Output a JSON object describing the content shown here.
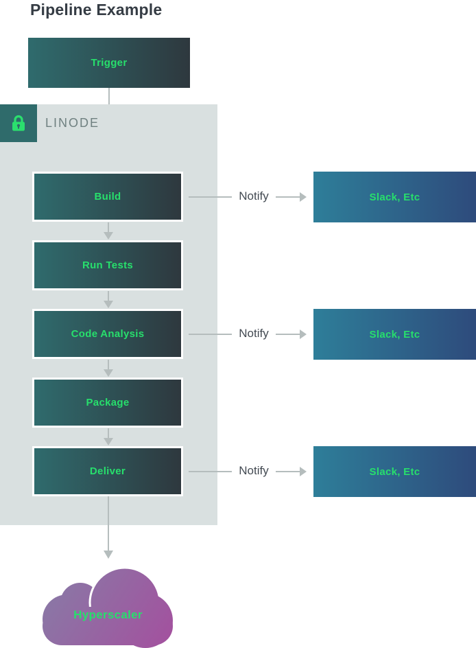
{
  "title": "Pipeline Example",
  "trigger": {
    "label": "Trigger"
  },
  "linode": {
    "label": "LINODE"
  },
  "steps": [
    {
      "label": "Build",
      "notify": true
    },
    {
      "label": "Run Tests",
      "notify": false
    },
    {
      "label": "Code Analysis",
      "notify": true
    },
    {
      "label": "Package",
      "notify": false
    },
    {
      "label": "Deliver",
      "notify": true
    }
  ],
  "notify": {
    "label": "Notify",
    "target_label": "Slack, Etc"
  },
  "cloud": {
    "label": "Hyperscaler"
  },
  "icons": {
    "lock": "lock-icon"
  },
  "colors": {
    "accent-green": "#27df6c",
    "box-grad-start": "#2f6b6d",
    "box-grad-end": "#2e383e",
    "slack-grad-start": "#2e7e99",
    "slack-grad-end": "#2e4b7c",
    "container-bg": "#d9e0e0",
    "badge-bg": "#2f6b6b",
    "linode-text": "#6f8080",
    "arrow-gray": "#b5bdbd",
    "notify-text": "#434a52",
    "title-text": "#353c44",
    "cloud-grad-start": "#867ea7",
    "cloud-grad-end": "#a44f9e"
  }
}
